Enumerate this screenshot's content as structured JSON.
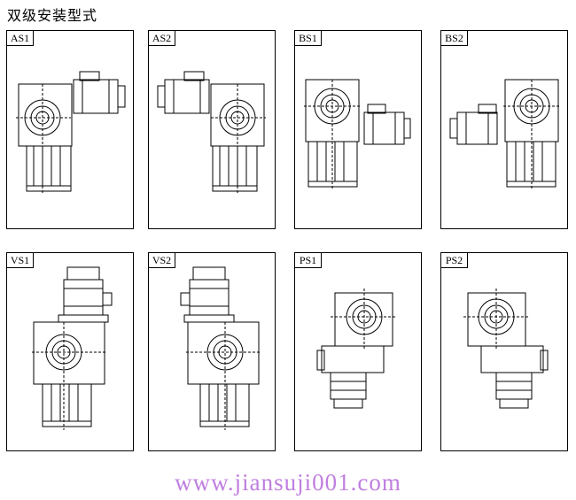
{
  "title": "双级安装型式",
  "panels": [
    {
      "label": "AS1"
    },
    {
      "label": "AS2"
    },
    {
      "label": "BS1"
    },
    {
      "label": "BS2"
    },
    {
      "label": "VS1"
    },
    {
      "label": "VS2"
    },
    {
      "label": "PS1"
    },
    {
      "label": "PS2"
    }
  ],
  "footer": "www.jiansuji001.com"
}
